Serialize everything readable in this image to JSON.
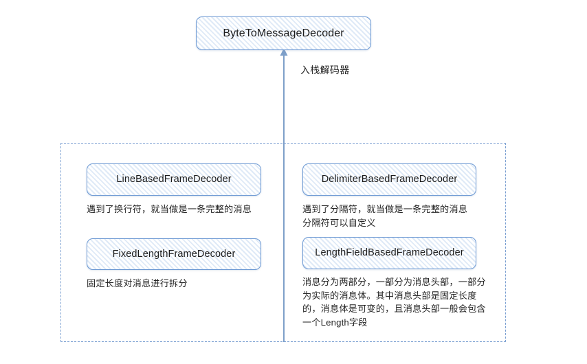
{
  "diagram": {
    "title_node": {
      "id": "byte-to-message-decoder",
      "label": "ByteToMessageDecoder"
    },
    "edge": {
      "label": "入栈解码器",
      "direction": "up",
      "style": "solid-arrow",
      "color": "#7d9fc9"
    },
    "group": {
      "border_style": "dashed",
      "border_color": "#7a9fd1"
    },
    "accent_color": "#6e9ad4",
    "hatch_color": "#dfeaf7",
    "nodes": [
      {
        "id": "line-based-frame-decoder",
        "label": "LineBasedFrameDecoder",
        "caption": "遇到了换行符，就当做是一条完整的消息"
      },
      {
        "id": "delimiter-based-frame-decoder",
        "label": "DelimiterBasedFrameDecoder",
        "caption": "遇到了分隔符，就当做是一条完整的消息\n分隔符可以自定义"
      },
      {
        "id": "fixed-length-frame-decoder",
        "label": "FixedLengthFrameDecoder",
        "caption": "固定长度对消息进行拆分"
      },
      {
        "id": "length-field-based-frame-decoder",
        "label": "LengthFieldBasedFrameDecoder",
        "caption": "消息分为两部分，一部分为消息头部，一部分\n为实际的消息体。其中消息头部是固定长度\n的，消息体是可变的，且消息头部一般会包含\n一个Length字段"
      }
    ]
  }
}
